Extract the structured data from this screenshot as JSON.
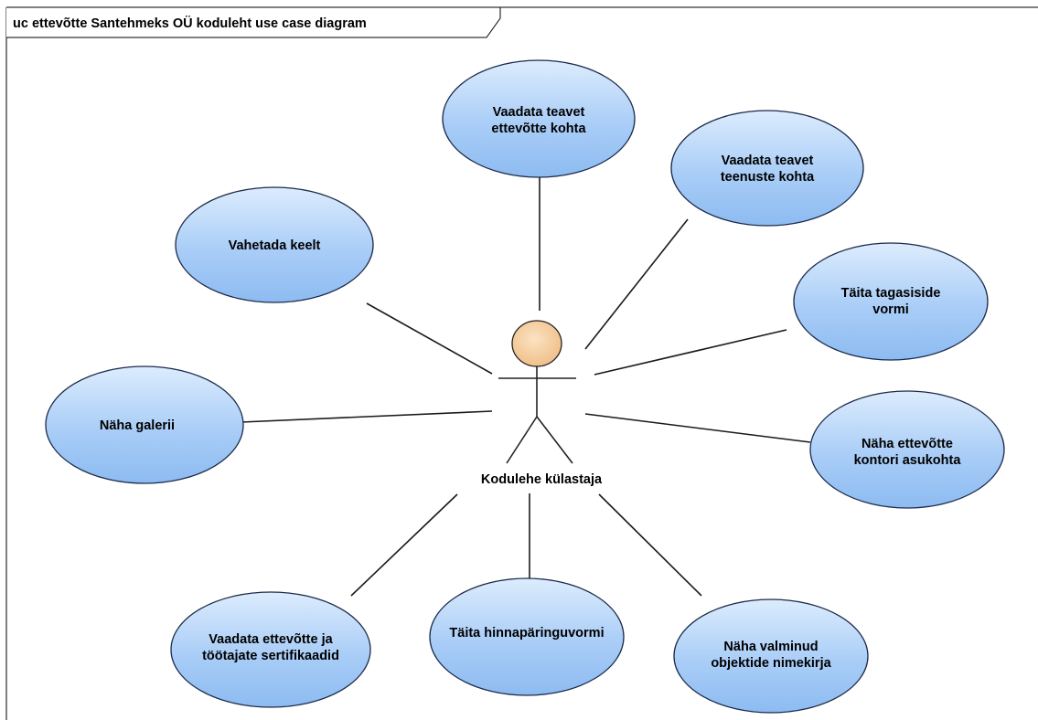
{
  "frame": {
    "label": "uc ettevõtte Santehmeks OÜ koduleht use case diagram"
  },
  "actor": {
    "name": "Kodulehe külastaja"
  },
  "use_cases": [
    {
      "id": "vaadata-teavet-ettevotte",
      "lines": [
        "Vaadata teavet",
        "ettevõtte kohta"
      ]
    },
    {
      "id": "vaadata-teavet-teenuste",
      "lines": [
        "Vaadata teavet",
        "teenuste kohta"
      ]
    },
    {
      "id": "vahetada-keelt",
      "lines": [
        "Vahetada keelt"
      ]
    },
    {
      "id": "taita-tagasiside",
      "lines": [
        "Täita tagasiside",
        "vormi"
      ]
    },
    {
      "id": "naha-galerii",
      "lines": [
        "Näha galerii"
      ]
    },
    {
      "id": "naha-kontori-asukohta",
      "lines": [
        "Näha ettevõtte",
        "kontori asukohta"
      ]
    },
    {
      "id": "vaadata-sertifikaadid",
      "lines": [
        "Vaadata ettevõtte ja",
        "töötajate sertifikaadid"
      ]
    },
    {
      "id": "taita-hinnaparinguvormi",
      "lines": [
        "Täita hinnapäringuvormi"
      ]
    },
    {
      "id": "naha-objektide-nimekirja",
      "lines": [
        "Näha valminud",
        "objektide nimekirja"
      ]
    }
  ]
}
